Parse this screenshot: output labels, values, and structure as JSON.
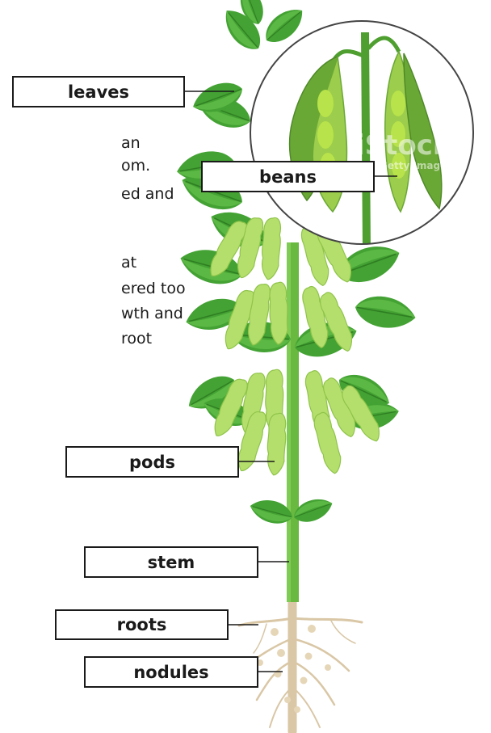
{
  "labels": {
    "leaves": "leaves",
    "beans": "beans",
    "pods": "pods",
    "stem": "stem",
    "roots": "roots",
    "nodules": "nodules"
  },
  "background_text": [
    "an",
    "om.",
    "ed and",
    "at",
    "ered too",
    "wth and",
    "root"
  ],
  "watermark": {
    "brand": "iStock",
    "sub": "Getty Images"
  },
  "colors": {
    "leaf_dark": "#3f9a2e",
    "leaf_light": "#6cc24a",
    "pod": "#b5df6c",
    "pod_dark": "#8fc44a",
    "stem": "#69b83f",
    "root": "#d9c7a6",
    "nodule": "#e6d6b8",
    "bean": "#b8e34a"
  }
}
